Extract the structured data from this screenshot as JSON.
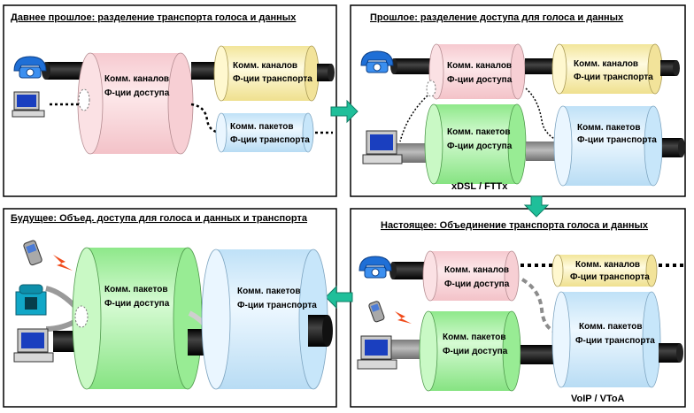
{
  "panels": {
    "top_left": {
      "title": "Давнее прошлое: разделение транспорта голоса и данных",
      "access_circuit": [
        "Комм. каналов",
        "Ф-ции доступа"
      ],
      "transport_circuit": [
        "Комм. каналов",
        "Ф-ции транспорта"
      ],
      "transport_packet": [
        "Комм. пакетов",
        "Ф-ции транспорта"
      ]
    },
    "top_right": {
      "title": "Прошлое: разделение доступа для  голоса и данных",
      "access_circuit": [
        "Комм. каналов",
        "Ф-ции доступа"
      ],
      "transport_circuit": [
        "Комм. каналов",
        "Ф-ции транспорта"
      ],
      "access_packet": [
        "Комм. пакетов",
        "Ф-ции доступа"
      ],
      "transport_packet": [
        "Комм. пакетов",
        "Ф-ции транспорта"
      ],
      "tech": "xDSL / FTTx"
    },
    "bottom_left": {
      "title": "Будущее: Объед. доступа для голоса и данных и транспорта",
      "access_packet": [
        "Комм. пакетов",
        "Ф-ции доступа"
      ],
      "transport_packet": [
        "Комм. пакетов",
        "Ф-ции транспорта"
      ]
    },
    "bottom_right": {
      "title": "Настоящее: Объединение транспорта голоса и данных",
      "access_circuit": [
        "Комм. каналов",
        "Ф-ции доступа"
      ],
      "transport_circuit": [
        "Комм. каналов",
        "Ф-ции транспорта"
      ],
      "access_packet": [
        "Комм. пакетов",
        "Ф-ции доступа"
      ],
      "transport_packet": [
        "Комм. пакетов",
        "Ф-ции транспорта"
      ],
      "tech": "VoIP /  VToA"
    }
  },
  "colors": {
    "pink": "#f9d9dc",
    "yellow": "#fbf4c2",
    "blue": "#d9eefb",
    "green": "#b9f5b4",
    "arrow": "#1fbf9a",
    "pipe": "#111111"
  }
}
